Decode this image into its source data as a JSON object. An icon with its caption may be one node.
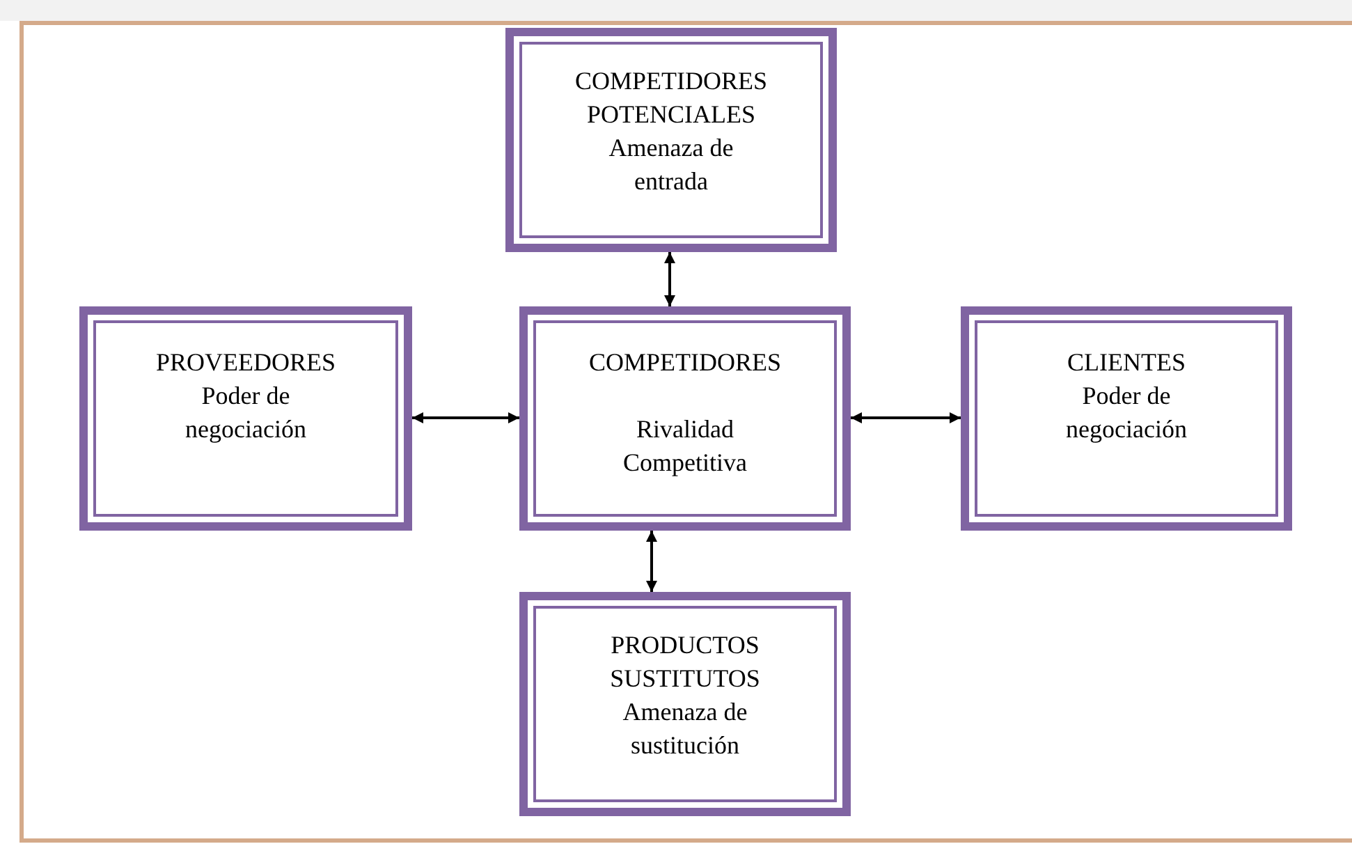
{
  "diagram": {
    "nodes": [
      {
        "text": [
          "COMPETIDORES POTENCIALES",
          "Amenaza de entrada"
        ]
      },
      {
        "text": [
          "PROVEEDORES",
          "Poder de negociación"
        ]
      },
      {
        "text": [
          "COMPETIDORES",
          "Rivalidad Competitiva"
        ]
      },
      {
        "text": [
          "CLIENTES",
          "Poder de negociación"
        ]
      },
      {
        "text": [
          "PRODUCTOS SUSTITUTOS",
          "Amenaza de sustitución"
        ]
      }
    ],
    "edges": [
      {
        "from": 2,
        "to": 0,
        "arrow": "both"
      },
      {
        "from": 1,
        "to": 2,
        "arrow": "both"
      },
      {
        "from": 2,
        "to": 3,
        "arrow": "both"
      },
      {
        "from": 2,
        "to": 4,
        "arrow": "both"
      }
    ]
  }
}
